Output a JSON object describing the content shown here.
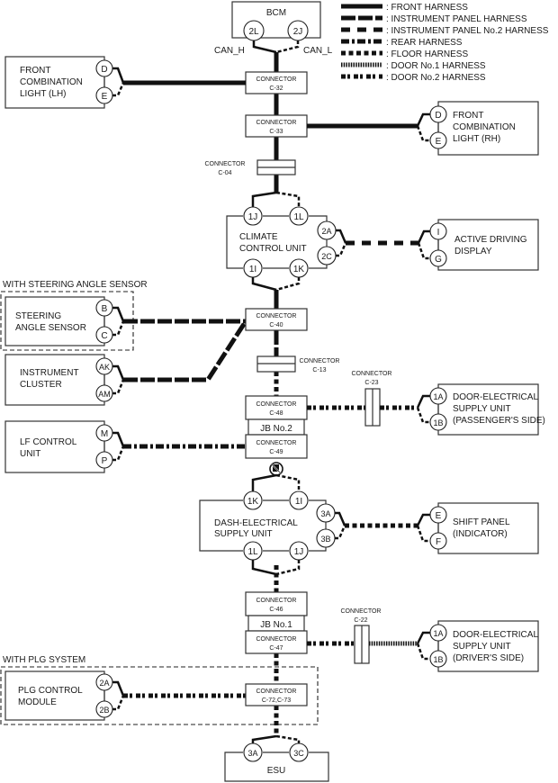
{
  "legend": [
    {
      "style": "front",
      "label": ": FRONT HARNESS"
    },
    {
      "style": "ip",
      "label": ": INSTRUMENT PANEL HARNESS"
    },
    {
      "style": "ip2",
      "label": ": INSTRUMENT PANEL No.2 HARNESS"
    },
    {
      "style": "rear",
      "label": ": REAR HARNESS"
    },
    {
      "style": "floor",
      "label": ": FLOOR HARNESS"
    },
    {
      "style": "door1",
      "label": ": DOOR No.1 HARNESS"
    },
    {
      "style": "door2",
      "label": ": DOOR No.2 HARNESS"
    }
  ],
  "units": {
    "bcm": {
      "name": "BCM",
      "pins": [
        "2L",
        "2J"
      ],
      "can_h": "CAN_H",
      "can_l": "CAN_L"
    },
    "fcl_lh": {
      "lines": [
        "FRONT",
        "COMBINATION",
        "LIGHT (LH)"
      ],
      "pins": [
        "D",
        "E"
      ]
    },
    "fcl_rh": {
      "lines": [
        "FRONT",
        "COMBINATION",
        "LIGHT (RH)"
      ],
      "pins": [
        "D",
        "E"
      ]
    },
    "climate": {
      "lines": [
        "CLIMATE",
        "CONTROL UNIT"
      ],
      "pins_top": [
        "1J",
        "1L"
      ],
      "pins_bottom": [
        "1I",
        "1K"
      ],
      "pins_side": [
        "2A",
        "2C"
      ]
    },
    "add": {
      "lines": [
        "ACTIVE DRIVING",
        "DISPLAY"
      ],
      "pins": [
        "I",
        "G"
      ]
    },
    "sas": {
      "group": "WITH STEERING ANGLE SENSOR",
      "lines": [
        "STEERING",
        "ANGLE SENSOR"
      ],
      "pins": [
        "B",
        "C"
      ]
    },
    "cluster": {
      "lines": [
        "INSTRUMENT",
        "CLUSTER"
      ],
      "pins": [
        "AK",
        "AM"
      ]
    },
    "desu_pass": {
      "lines": [
        "DOOR-ELECTRICAL",
        "SUPPLY UNIT",
        "(PASSENGER'S SIDE)"
      ],
      "pins": [
        "1A",
        "1B"
      ]
    },
    "lf": {
      "lines": [
        "LF CONTROL",
        "UNIT"
      ],
      "pins": [
        "M",
        "P"
      ]
    },
    "dash": {
      "lines": [
        "DASH-ELECTRICAL",
        "SUPPLY UNIT"
      ],
      "pins_top": [
        "1K",
        "1I"
      ],
      "pins_bottom": [
        "1L",
        "1J"
      ],
      "pins_side": [
        "3A",
        "3B"
      ]
    },
    "shift": {
      "lines": [
        "SHIFT PANEL",
        "(INDICATOR)"
      ],
      "pins": [
        "E",
        "F"
      ]
    },
    "desu_drv": {
      "lines": [
        "DOOR-ELECTRICAL",
        "SUPPLY UNIT",
        "(DRIVER'S SIDE)"
      ],
      "pins": [
        "1A",
        "1B"
      ]
    },
    "plg": {
      "group": "WITH PLG SYSTEM",
      "lines": [
        "PLG CONTROL",
        "MODULE"
      ],
      "pins": [
        "2A",
        "2B"
      ]
    },
    "esu": {
      "name": "ESU",
      "pins": [
        "3A",
        "3C"
      ]
    }
  },
  "connectors": {
    "c32": {
      "title": "CONNECTOR",
      "id": "C-32"
    },
    "c33": {
      "title": "CONNECTOR",
      "id": "C-33"
    },
    "c04": {
      "title": "CONNECTOR",
      "id": "C-04"
    },
    "c40": {
      "title": "CONNECTOR",
      "id": "C-40"
    },
    "c13": {
      "title": "CONNECTOR",
      "id": "C-13"
    },
    "c23": {
      "title": "CONNECTOR",
      "id": "C-23"
    },
    "c48": {
      "title": "CONNECTOR",
      "id": "C-48"
    },
    "jb2": {
      "title": "JB No.2"
    },
    "c49": {
      "title": "CONNECTOR",
      "id": "C-49"
    },
    "c46": {
      "title": "CONNECTOR",
      "id": "C-46"
    },
    "jb1": {
      "title": "JB No.1"
    },
    "c47": {
      "title": "CONNECTOR",
      "id": "C-47"
    },
    "c22": {
      "title": "CONNECTOR",
      "id": "C-22"
    },
    "c72": {
      "title": "CONNECTOR",
      "id": "C-72,C-73"
    }
  }
}
